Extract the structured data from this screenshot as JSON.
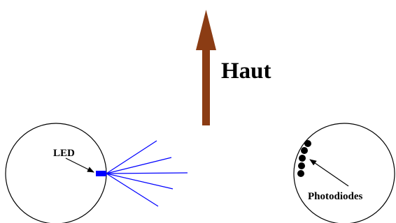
{
  "labels": {
    "up": "Haut",
    "led": "LED",
    "photodiodes": "Photodiodes"
  },
  "colors": {
    "arrow": "#8b3c14",
    "led": "#0000ff",
    "rays": "#0000ff",
    "outline": "#000000",
    "photodiode": "#000000"
  }
}
